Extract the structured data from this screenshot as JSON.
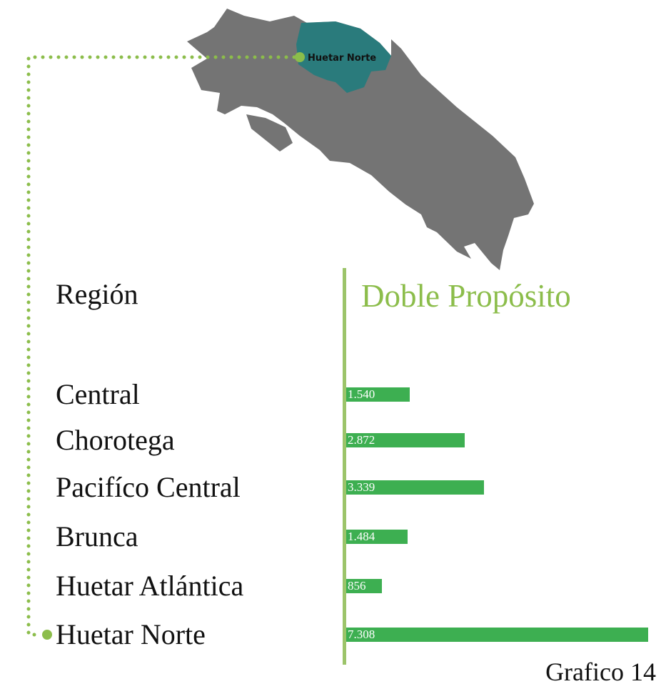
{
  "map": {
    "highlighted_region_label": "Huetar Norte",
    "colors": {
      "land": "#747474",
      "highlight": "#2a7b7c",
      "leader": "#8cbd4b"
    }
  },
  "chart_data": {
    "type": "bar",
    "orientation": "horizontal",
    "category_header": "Región",
    "series": [
      {
        "name": "Doble Propósito",
        "values": [
          1540,
          2872,
          3339,
          1484,
          856,
          7308
        ],
        "value_labels": [
          "1.540",
          "2.872",
          "3.339",
          "1.484",
          "856",
          "7.308"
        ]
      }
    ],
    "categories": [
      "Central",
      "Chorotega",
      "Pacifíco Central",
      "Brunca",
      "Huetar Atlántica",
      "Huetar Norte"
    ],
    "xlim": [
      0,
      7308
    ],
    "grid": false,
    "bar_color": "#3daf51",
    "title_color": "#8cbd4b"
  },
  "footer": {
    "chart_number": "Grafico 14"
  }
}
